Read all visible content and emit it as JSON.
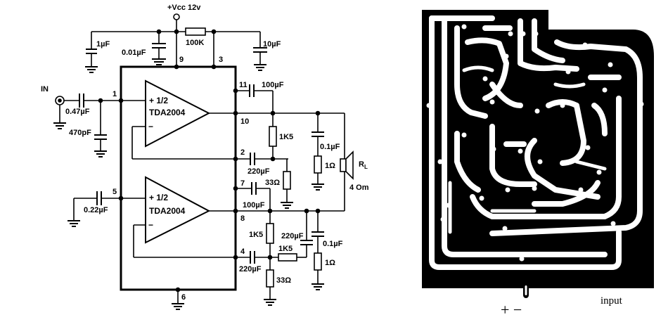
{
  "schematic": {
    "supply_label": "+Vcc 12v",
    "input_label": "IN",
    "chip_label": "TDA2004",
    "half_label": "+ 1/2",
    "minus_sign": "−",
    "pins": [
      "9",
      "3",
      "1",
      "11",
      "10",
      "2",
      "5",
      "7",
      "8",
      "4",
      "6"
    ],
    "components": {
      "c_1uF": "1µF",
      "c_001uF": "0.01µF",
      "r_100K": "100K",
      "c_10uF": "10µF",
      "c_047uF": "0.47µF",
      "c_470pF": "470pF",
      "c_022uF": "0.22µF",
      "c_100uF_a": "100µF",
      "c_100uF_b": "100µF",
      "r_1K5_a": "1K5",
      "r_1K5_b": "1K5",
      "r_1K5_c": "1K5",
      "c_220uF_a": "220µF",
      "c_220uF_b": "220µF",
      "c_220uF_c": "220µF",
      "r_33_a": "33Ω",
      "r_33_b": "33Ω",
      "c_01uF_a": "0.1µF",
      "c_01uF_b": "0.1µF",
      "r_1_a": "1Ω",
      "r_1_b": "1Ω",
      "load_label": "R",
      "load_sub": "L",
      "load_value": "4 Om"
    }
  },
  "pcb": {
    "input_label": "input",
    "polarity_label": "+ −"
  }
}
